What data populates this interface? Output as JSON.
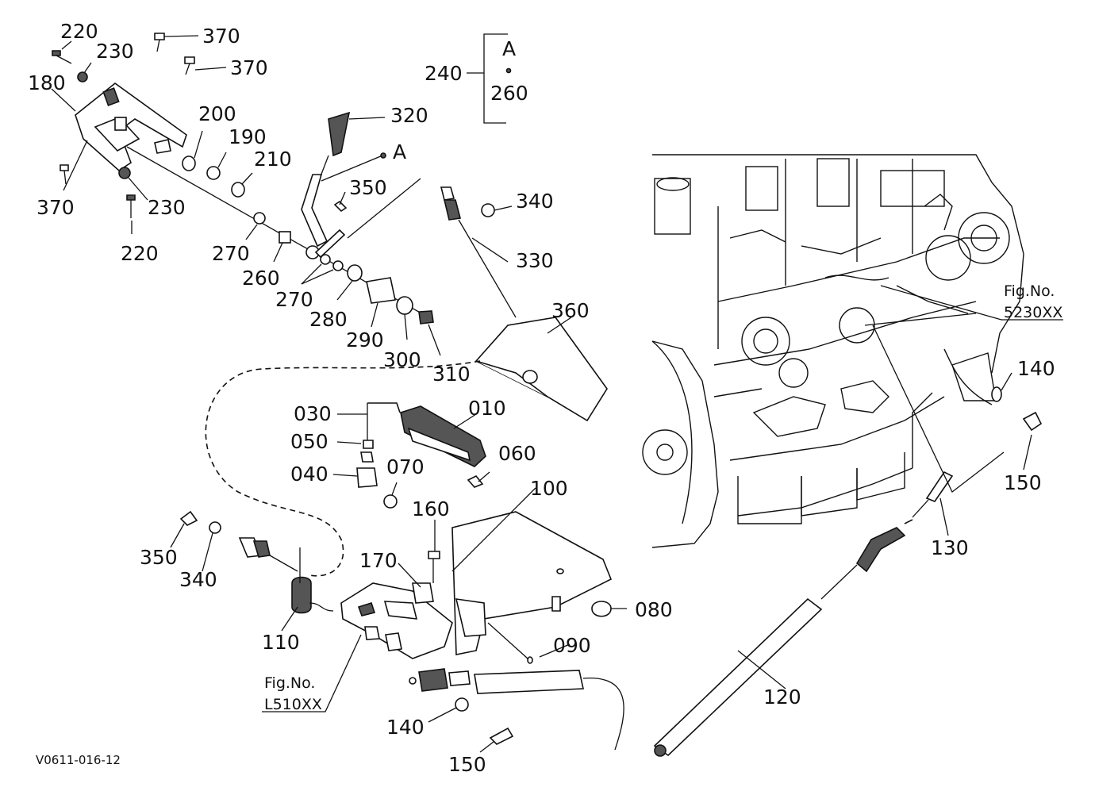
{
  "callouts": [
    {
      "id": "220-top",
      "text": "220"
    },
    {
      "id": "230-top",
      "text": "230"
    },
    {
      "id": "370-a",
      "text": "370"
    },
    {
      "id": "370-b",
      "text": "370"
    },
    {
      "id": "180",
      "text": "180"
    },
    {
      "id": "200",
      "text": "200"
    },
    {
      "id": "190",
      "text": "190"
    },
    {
      "id": "210",
      "text": "210"
    },
    {
      "id": "370-c",
      "text": "370"
    },
    {
      "id": "230-bot",
      "text": "230"
    },
    {
      "id": "220-bot",
      "text": "220"
    },
    {
      "id": "270-a",
      "text": "270"
    },
    {
      "id": "260",
      "text": "260"
    },
    {
      "id": "270-b",
      "text": "270"
    },
    {
      "id": "280",
      "text": "280"
    },
    {
      "id": "290",
      "text": "290"
    },
    {
      "id": "300",
      "text": "300"
    },
    {
      "id": "310",
      "text": "310"
    },
    {
      "id": "320",
      "text": "320"
    },
    {
      "id": "A-lever",
      "text": "A"
    },
    {
      "id": "350-top",
      "text": "350"
    },
    {
      "id": "340-top",
      "text": "340"
    },
    {
      "id": "330",
      "text": "330"
    },
    {
      "id": "360",
      "text": "360"
    },
    {
      "id": "240",
      "text": "240"
    },
    {
      "id": "A-group",
      "text": "A"
    },
    {
      "id": "260-group",
      "text": "260"
    },
    {
      "id": "030",
      "text": "030"
    },
    {
      "id": "010",
      "text": "010"
    },
    {
      "id": "050",
      "text": "050"
    },
    {
      "id": "060",
      "text": "060"
    },
    {
      "id": "040",
      "text": "040"
    },
    {
      "id": "070",
      "text": "070"
    },
    {
      "id": "100",
      "text": "100"
    },
    {
      "id": "160",
      "text": "160"
    },
    {
      "id": "170",
      "text": "170"
    },
    {
      "id": "350-bot",
      "text": "350"
    },
    {
      "id": "340-bot",
      "text": "340"
    },
    {
      "id": "110",
      "text": "110"
    },
    {
      "id": "080",
      "text": "080"
    },
    {
      "id": "090",
      "text": "090"
    },
    {
      "id": "140-right",
      "text": "140"
    },
    {
      "id": "150-right",
      "text": "150"
    },
    {
      "id": "130",
      "text": "130"
    },
    {
      "id": "120",
      "text": "120"
    },
    {
      "id": "140-bot",
      "text": "140"
    },
    {
      "id": "150-bot",
      "text": "150"
    }
  ],
  "figure_refs": [
    {
      "id": "fig-5230",
      "line1": "Fig.No.",
      "line2": "5230XX"
    },
    {
      "id": "fig-l510",
      "line1": "Fig.No.",
      "line2": "L510XX"
    }
  ],
  "drawing_code": "V0611-016-12"
}
